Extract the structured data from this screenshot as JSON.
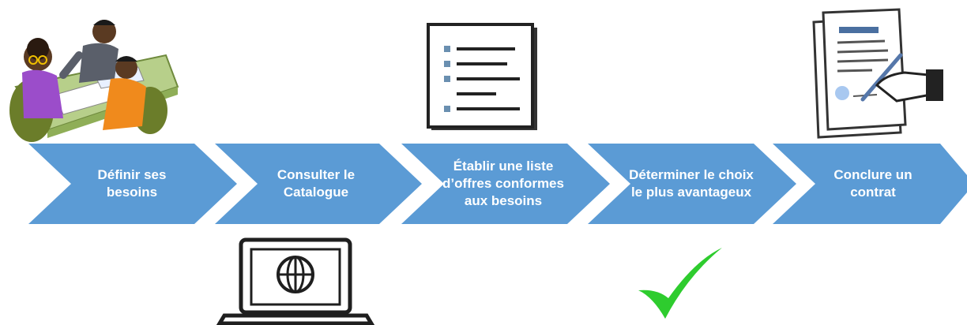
{
  "steps": [
    {
      "label": "Définir ses besoins"
    },
    {
      "label": "Consulter le Catalogue"
    },
    {
      "label": "Établir une liste d’offres conformes aux besoins"
    },
    {
      "label": "Déterminer le choix le plus avantageux"
    },
    {
      "label": "Conclure un contrat"
    }
  ],
  "icons": {
    "people": "people-meeting-icon",
    "laptop": "laptop-globe-icon",
    "list": "document-list-icon",
    "check": "checkmark-icon",
    "contract": "contract-signing-icon"
  },
  "colors": {
    "arrow": "#5b9bd5",
    "check": "#2ecc2e",
    "text": "#ffffff"
  }
}
